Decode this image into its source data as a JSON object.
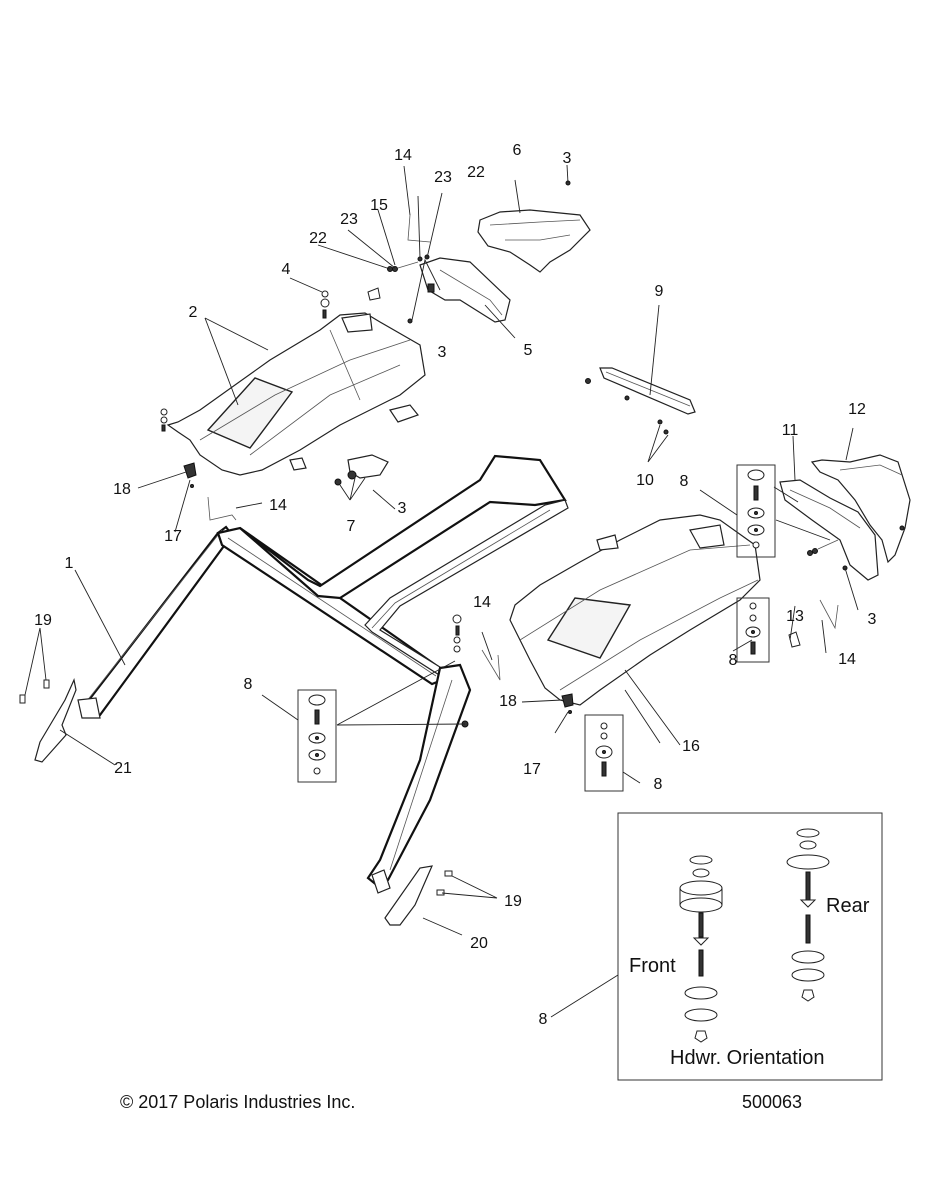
{
  "diagram": {
    "title": "Roof / Cab Frame Exploded Parts Diagram",
    "callouts": [
      {
        "id": "c1",
        "label": "1"
      },
      {
        "id": "c2",
        "label": "2"
      },
      {
        "id": "c3a",
        "label": "3"
      },
      {
        "id": "c3b",
        "label": "3"
      },
      {
        "id": "c3c",
        "label": "3"
      },
      {
        "id": "c3d",
        "label": "3"
      },
      {
        "id": "c4",
        "label": "4"
      },
      {
        "id": "c5",
        "label": "5"
      },
      {
        "id": "c6",
        "label": "6"
      },
      {
        "id": "c7",
        "label": "7"
      },
      {
        "id": "c8a",
        "label": "8"
      },
      {
        "id": "c8b",
        "label": "8"
      },
      {
        "id": "c8c",
        "label": "8"
      },
      {
        "id": "c8d",
        "label": "8"
      },
      {
        "id": "c8e",
        "label": "8"
      },
      {
        "id": "c9",
        "label": "9"
      },
      {
        "id": "c10",
        "label": "10"
      },
      {
        "id": "c11",
        "label": "11"
      },
      {
        "id": "c12",
        "label": "12"
      },
      {
        "id": "c13",
        "label": "13"
      },
      {
        "id": "c14a",
        "label": "14"
      },
      {
        "id": "c14b",
        "label": "14"
      },
      {
        "id": "c14c",
        "label": "14"
      },
      {
        "id": "c14d",
        "label": "14"
      },
      {
        "id": "c15",
        "label": "15"
      },
      {
        "id": "c16",
        "label": "16"
      },
      {
        "id": "c17a",
        "label": "17"
      },
      {
        "id": "c17b",
        "label": "17"
      },
      {
        "id": "c18a",
        "label": "18"
      },
      {
        "id": "c18b",
        "label": "18"
      },
      {
        "id": "c19a",
        "label": "19"
      },
      {
        "id": "c19b",
        "label": "19"
      },
      {
        "id": "c20",
        "label": "20"
      },
      {
        "id": "c21",
        "label": "21"
      },
      {
        "id": "c22a",
        "label": "22"
      },
      {
        "id": "c22b",
        "label": "22"
      },
      {
        "id": "c23a",
        "label": "23"
      },
      {
        "id": "c23b",
        "label": "23"
      }
    ]
  },
  "inset": {
    "front_label": "Front",
    "rear_label": "Rear",
    "caption": "Hdwr. Orientation"
  },
  "footer": {
    "copyright": "© 2017 Polaris Industries Inc.",
    "drawing_number": "500063"
  }
}
